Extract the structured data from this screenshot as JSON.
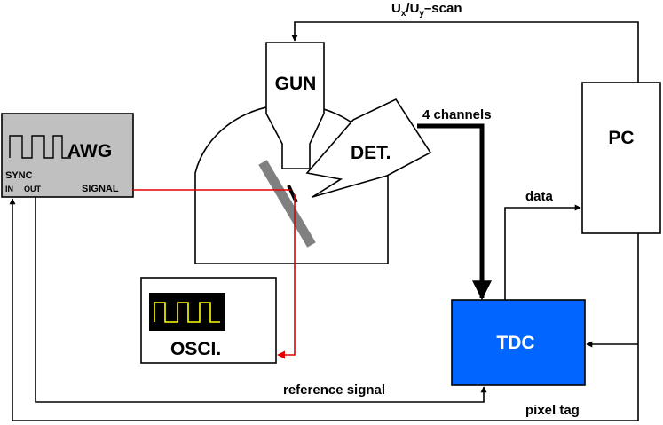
{
  "labels": {
    "scan": "Ux/Uy–scan",
    "scan_u1": "U",
    "scan_x": "x",
    "scan_slash": "/U",
    "scan_y": "y",
    "scan_tail": "–scan",
    "gun": "GUN",
    "det": "DET.",
    "channels": "4 channels",
    "pc": "PC",
    "data": "data",
    "awg": "AWG",
    "sync": "SYNC",
    "in": "IN",
    "out": "OUT",
    "signal": "SIGNAL",
    "osci": "OSCI.",
    "tdc": "TDC",
    "reference": "reference signal",
    "pixel_tag": "pixel tag"
  },
  "colors": {
    "tdc_fill": "#0066ff",
    "awg_fill": "#c0c0c0",
    "sample_gray": "#808080",
    "signal_red": "#e60000",
    "osci_trace": "#ffff00",
    "osci_screen": "#000000"
  }
}
